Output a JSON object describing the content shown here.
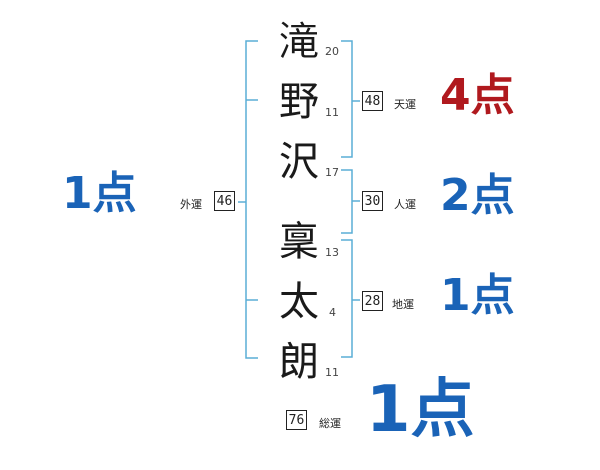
{
  "colors": {
    "bracket": "#5aaed6",
    "score_blue": "#1a63b7",
    "score_red": "#b0191e"
  },
  "name_chars": [
    {
      "char": "滝",
      "strokes": "20"
    },
    {
      "char": "野",
      "strokes": "11"
    },
    {
      "char": "沢",
      "strokes": "17"
    },
    {
      "char": "稟",
      "strokes": "13"
    },
    {
      "char": "太",
      "strokes": "4"
    },
    {
      "char": "朗",
      "strokes": "11"
    }
  ],
  "gaiun": {
    "value": "46",
    "label": "外運",
    "score": "1点"
  },
  "tenun": {
    "value": "48",
    "label": "天運",
    "score": "4点"
  },
  "jinun": {
    "value": "30",
    "label": "人運",
    "score": "2点"
  },
  "chiun": {
    "value": "28",
    "label": "地運",
    "score": "1点"
  },
  "souun": {
    "value": "76",
    "label": "総運",
    "score": "1点"
  }
}
